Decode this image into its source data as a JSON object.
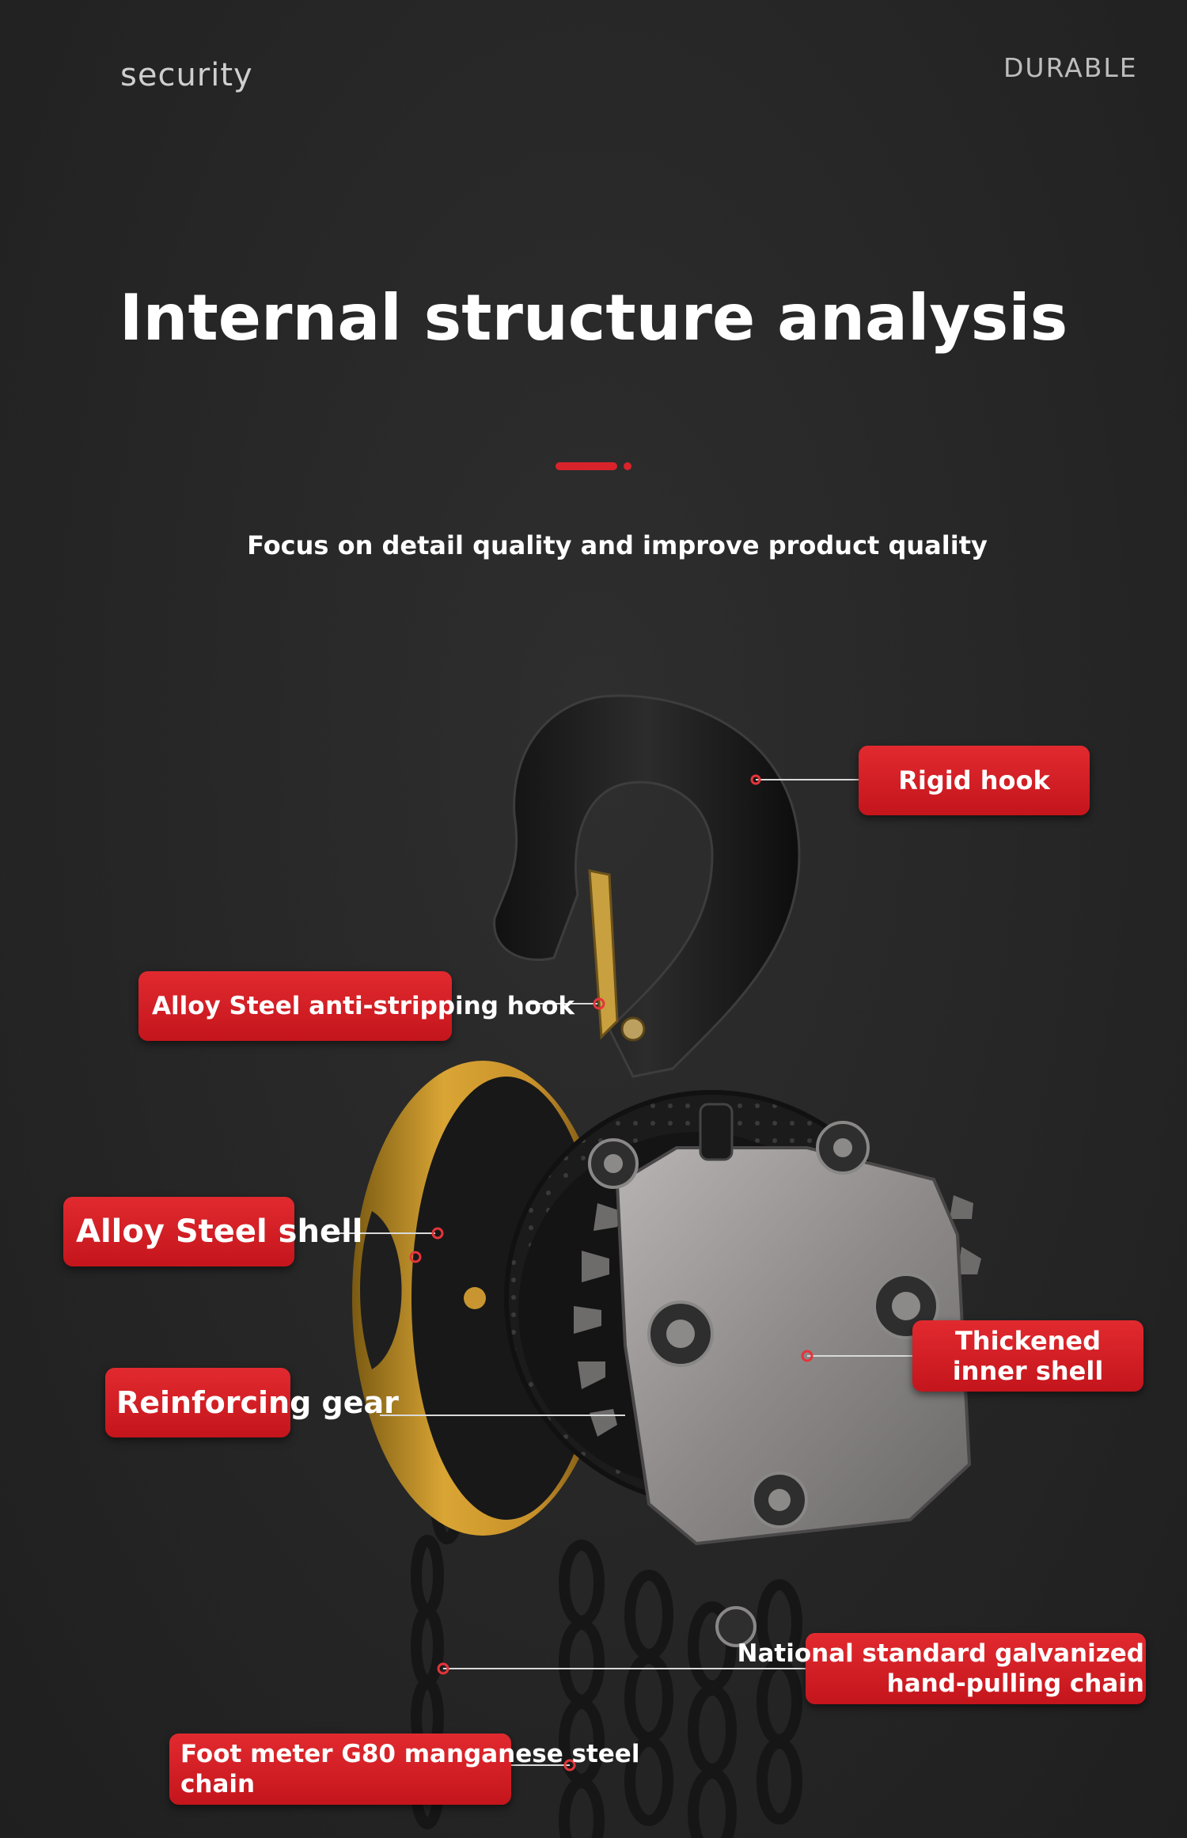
{
  "header": {
    "left_tag": "security",
    "right_tag": "DURABLE"
  },
  "title": "Internal structure analysis",
  "subtitle": "Focus on detail quality and improve product quality",
  "accent_color": "#d9232a",
  "callouts": {
    "rigid_hook": "Rigid hook",
    "anti_stripping_hook": "Alloy Steel anti-stripping hook",
    "alloy_shell": "Alloy Steel shell",
    "reinforcing_gear": "Reinforcing gear",
    "inner_shell_1": "Thickened",
    "inner_shell_2": "inner shell",
    "hand_chain_1": "National standard galvanized",
    "hand_chain_2": "hand-pulling chain",
    "g80_chain_1": "Foot meter G80 manganese steel",
    "g80_chain_2": "chain"
  }
}
